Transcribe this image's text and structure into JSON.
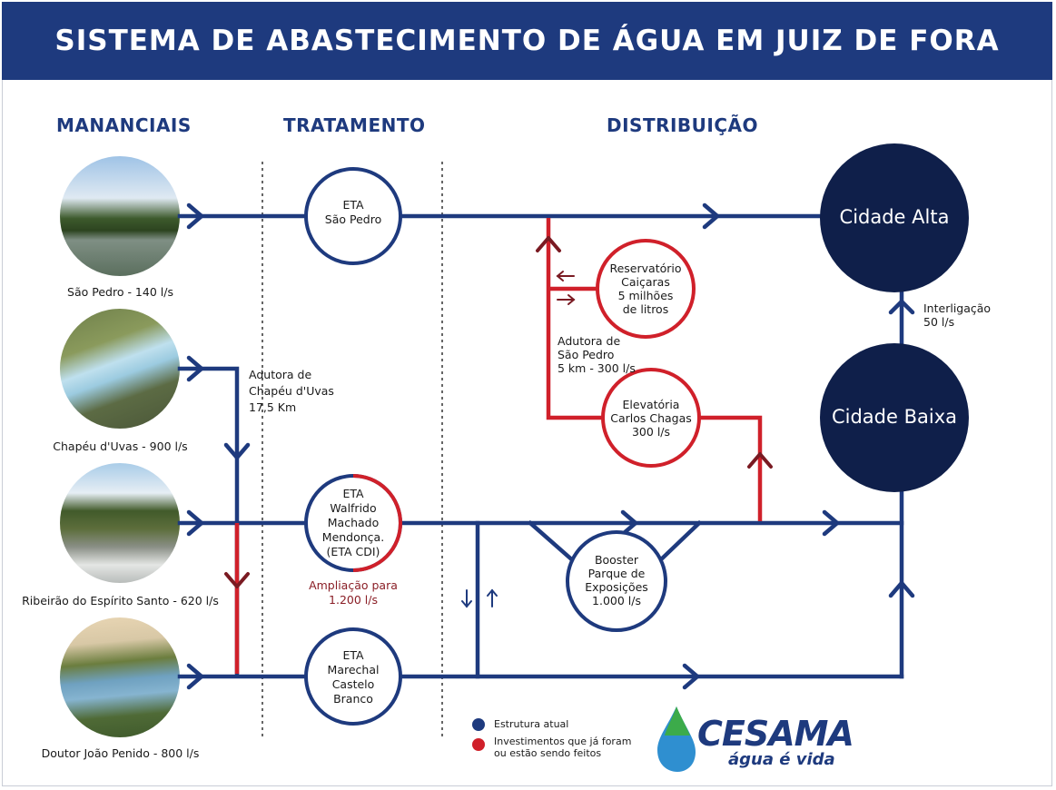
{
  "title": "SISTEMA DE ABASTECIMENTO DE ÁGUA EM JUIZ DE FORA",
  "columns": {
    "sources": "MANANCIAIS",
    "treatment": "TRATAMENTO",
    "distribution": "DISTRIBUIÇÃO"
  },
  "sources": [
    {
      "label": "São Pedro - 140 l/s"
    },
    {
      "label": "Chapéu d'Uvas - 900 l/s"
    },
    {
      "label": "Ribeirão do Espírito Santo - 620 l/s"
    },
    {
      "label": "Doutor João Penido - 800 l/s"
    }
  ],
  "plants": {
    "sao_pedro": [
      "ETA",
      "São Pedro"
    ],
    "walfrido": [
      "ETA",
      "Walfrido",
      "Machado",
      "Mendonça.",
      "(ETA CDI)"
    ],
    "marechal": [
      "ETA",
      "Marechal",
      "Castelo",
      "Branco"
    ]
  },
  "ampliacao": [
    "Ampliação para",
    "1.200 l/s"
  ],
  "adutora_chapeu": [
    "Adutora de",
    "Chapéu d'Uvas",
    "17,5 Km"
  ],
  "adutora_sao_pedro": [
    "Adutora de",
    "São Pedro",
    "5 km - 300 l/s"
  ],
  "reservatorio": [
    "Reservatório",
    "Caiçaras",
    "5 milhões",
    "de litros"
  ],
  "elevatoria": [
    "Elevatória",
    "Carlos Chagas",
    "300 l/s"
  ],
  "booster": [
    "Booster",
    "Parque de",
    "Exposições",
    "1.000 l/s"
  ],
  "cities": {
    "alta": "Cidade Alta",
    "baixa": "Cidade Baixa"
  },
  "interligacao": [
    "Interligação",
    "50 l/s"
  ],
  "legend": {
    "current": "Estrutura atual",
    "investments": [
      "Investimentos que já foram",
      "ou estão sendo feitos"
    ]
  },
  "logo": {
    "name": "CESAMA",
    "tagline": "água é vida"
  },
  "colors": {
    "blue": "#1e3a7e",
    "red": "#d0202a",
    "darkred": "#7a1a22",
    "navy": "#0f1f4a"
  }
}
